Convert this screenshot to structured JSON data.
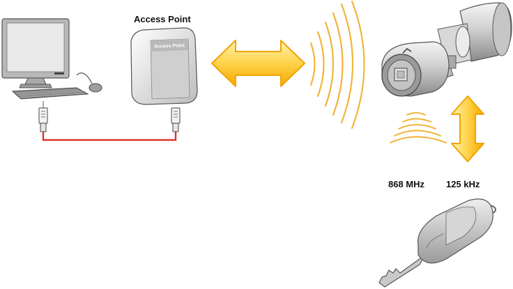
{
  "labels": {
    "access_point": "Access Point",
    "access_point_badge": "Access Point",
    "freq_radio": "868 MHz",
    "freq_rfid": "125 kHz"
  },
  "colors": {
    "arrow_fill": "#ffd24a",
    "arrow_stroke": "#f0a400",
    "wave": "#f2b43a",
    "cable": "#d9332b",
    "device_gray": "#cfcfcf"
  }
}
